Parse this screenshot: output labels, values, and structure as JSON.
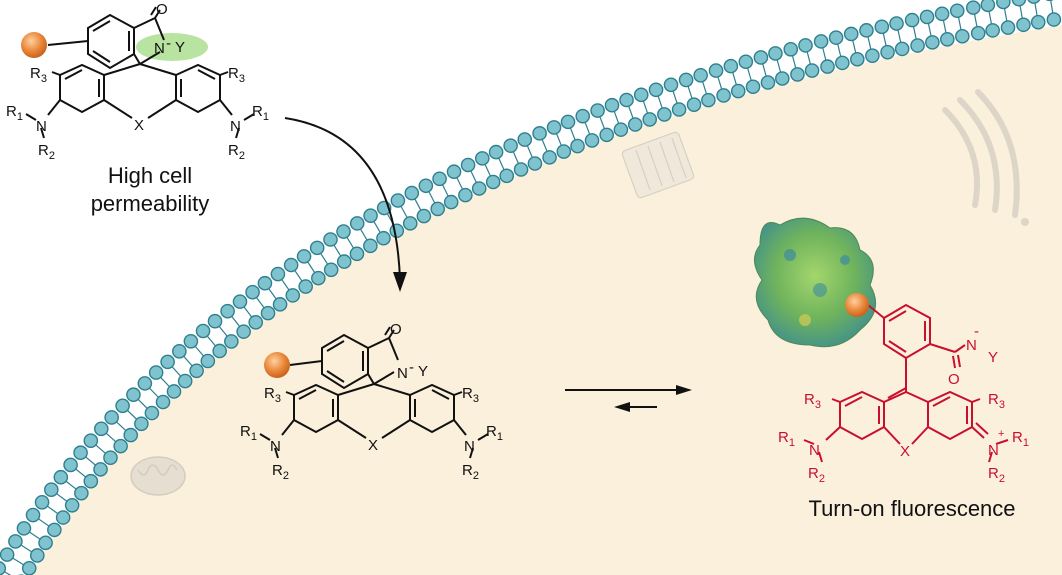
{
  "labels": {
    "permeability_line1": "High cell",
    "permeability_line2": "permeability",
    "fluorescence": "Turn-on fluorescence"
  },
  "atoms": {
    "oxygen": "O",
    "nitrogen": "N",
    "y": "Y",
    "x": "X",
    "r1": "R",
    "r1_sub": "1",
    "r2": "R",
    "r2_sub": "2",
    "r3": "R",
    "r3_sub": "3",
    "minus": "-",
    "plus": "+"
  },
  "colors": {
    "membrane_head": "#7fc3cf",
    "membrane_outline": "#2f7f8e",
    "cytoplasm": "#fbf0dc",
    "ligand": "#e07f2a",
    "highlight": "#a8dc8a",
    "fluorescent_dye": "#c8102e",
    "arrow": "#111111"
  }
}
